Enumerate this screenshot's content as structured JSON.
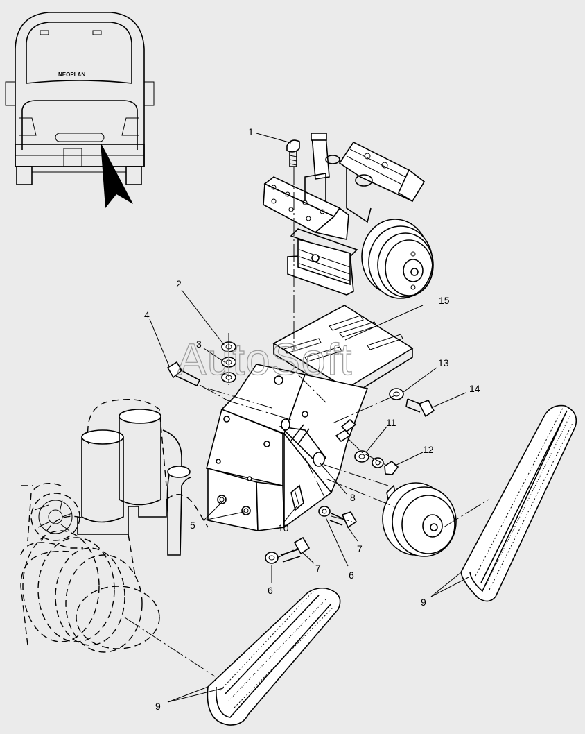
{
  "watermark": "AutoSoft",
  "vehicle_badge": "NEOPLAN",
  "callouts": [
    {
      "id": "c1",
      "label": "1"
    },
    {
      "id": "c2",
      "label": "2"
    },
    {
      "id": "c3",
      "label": "3"
    },
    {
      "id": "c4",
      "label": "4"
    },
    {
      "id": "c5",
      "label": "5"
    },
    {
      "id": "c6a",
      "label": "6"
    },
    {
      "id": "c6b",
      "label": "6"
    },
    {
      "id": "c7a",
      "label": "7"
    },
    {
      "id": "c7b",
      "label": "7"
    },
    {
      "id": "c8",
      "label": "8"
    },
    {
      "id": "c9a",
      "label": "9"
    },
    {
      "id": "c9b",
      "label": "9"
    },
    {
      "id": "c10",
      "label": "10"
    },
    {
      "id": "c11",
      "label": "11"
    },
    {
      "id": "c12",
      "label": "12"
    },
    {
      "id": "c13",
      "label": "13"
    },
    {
      "id": "c14",
      "label": "14"
    },
    {
      "id": "c15",
      "label": "15"
    }
  ]
}
